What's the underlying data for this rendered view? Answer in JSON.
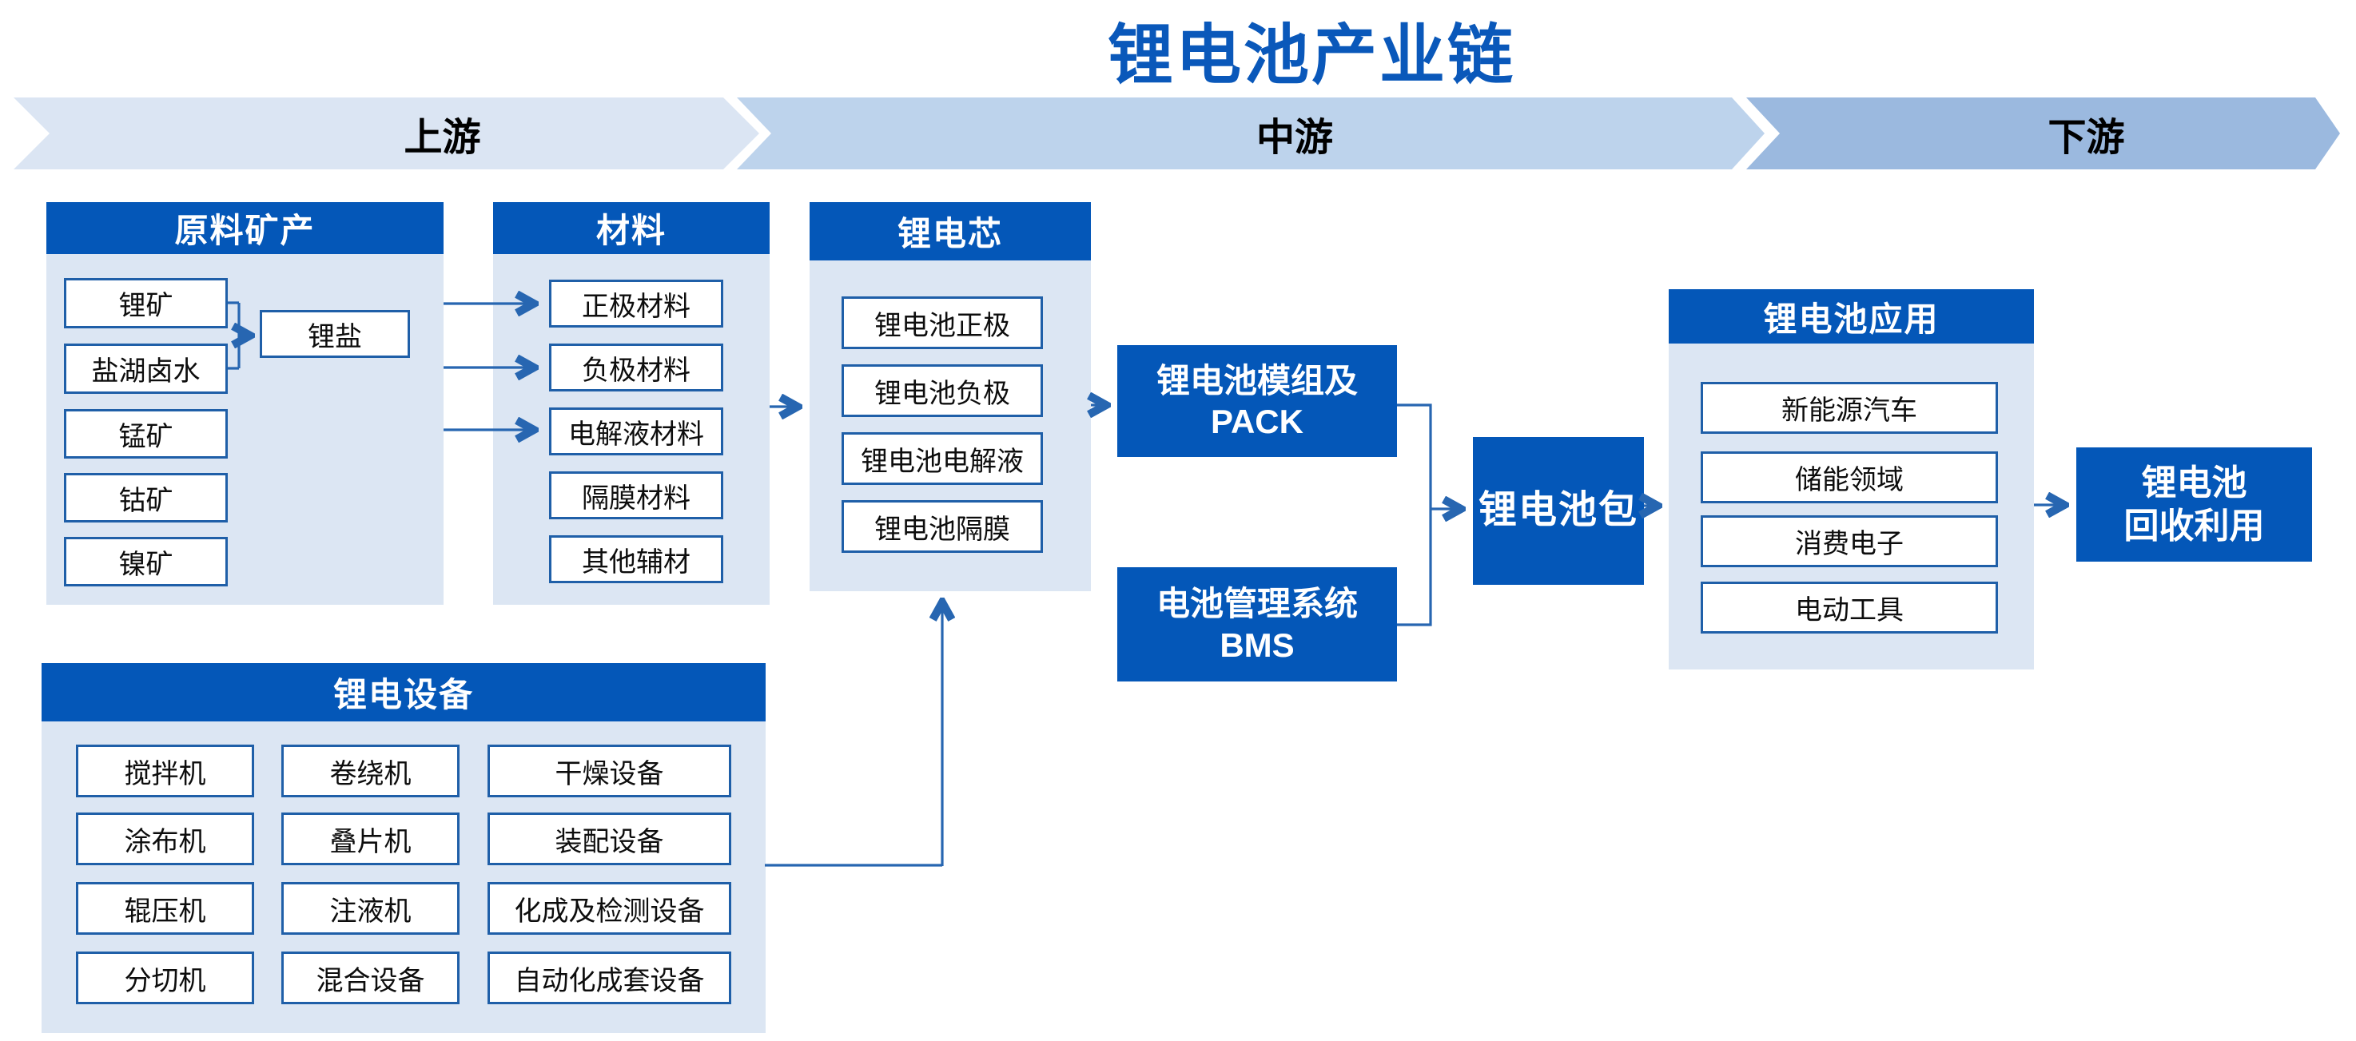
{
  "title": "锂电池产业链",
  "banner": {
    "upstream": "上游",
    "midstream": "中游",
    "downstream": "下游"
  },
  "colors": {
    "primary": "#0457b8",
    "container_bg": "#dce6f3",
    "banner_up": "#dbe5f3",
    "banner_mid": "#bdd3ec",
    "banner_down": "#9bb9df",
    "connector": "#2766b1",
    "box_border": "#1f5fa8",
    "title_color": "#0a58ba"
  },
  "minerals": {
    "title": "原料矿产",
    "items": [
      "锂矿",
      "盐湖卤水",
      "锰矿",
      "钴矿",
      "镍矿"
    ],
    "salt": "锂盐"
  },
  "materials": {
    "title": "材料",
    "items": [
      "正极材料",
      "负极材料",
      "电解液材料",
      "隔膜材料",
      "其他辅材"
    ]
  },
  "cells": {
    "title": "锂电芯",
    "items": [
      "锂电池正极",
      "锂电池负极",
      "锂电池电解液",
      "锂电池隔膜"
    ]
  },
  "equipment": {
    "title": "锂电设备",
    "items": [
      "搅拌机",
      "卷绕机",
      "干燥设备",
      "涂布机",
      "叠片机",
      "装配设备",
      "辊压机",
      "注液机",
      "化成及检测设备",
      "分切机",
      "混合设备",
      "自动化成套设备"
    ]
  },
  "pack_module": {
    "line1": "锂电池模组及",
    "line2": "PACK"
  },
  "bms": {
    "line1": "电池管理系统",
    "line2": "BMS"
  },
  "battery_pack": {
    "label": "锂电池包"
  },
  "applications": {
    "title": "锂电池应用",
    "items": [
      "新能源汽车",
      "储能领域",
      "消费电子",
      "电动工具"
    ]
  },
  "recycle": {
    "line1": "锂电池",
    "line2": "回收利用"
  }
}
